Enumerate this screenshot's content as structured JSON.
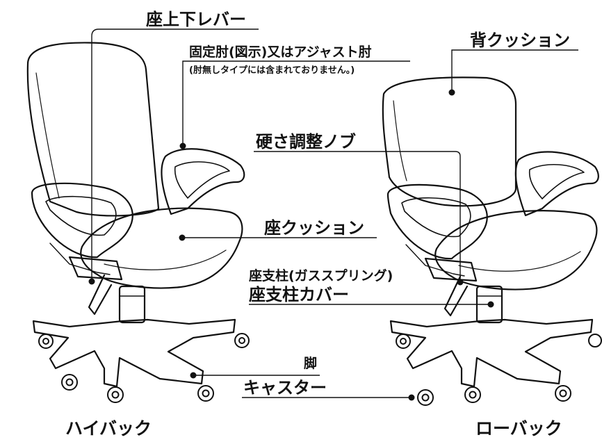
{
  "labels": {
    "seat_lever": "座上下レバー",
    "armrest": "固定肘(図示)又はアジャスト肘",
    "armrest_note": "(肘無しタイプには含まれておりません。)",
    "back_cushion": "背クッション",
    "tension_knob": "硬さ調整ノブ",
    "seat_cushion": "座クッション",
    "gas_spring": "座支柱(ガススプリング)",
    "column_cover": "座支柱カバー",
    "leg": "脚",
    "caster": "キャスター"
  },
  "titles": {
    "high_back": "ハイバック",
    "low_back": "ローバック"
  },
  "colors": {
    "line": "#111111",
    "background": "#ffffff"
  }
}
